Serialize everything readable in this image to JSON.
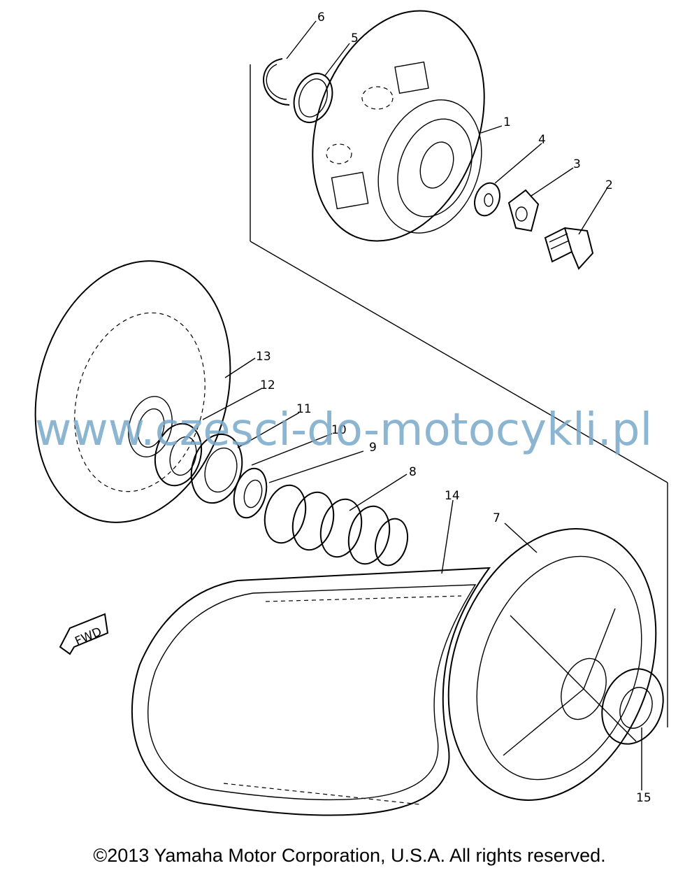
{
  "diagram": {
    "callouts": [
      "1",
      "2",
      "3",
      "4",
      "5",
      "6",
      "7",
      "8",
      "9",
      "10",
      "11",
      "12",
      "13",
      "14",
      "15"
    ],
    "fwd_label": "FWD"
  },
  "watermark": "www.czesci-do-motocykli.pl",
  "copyright": "©2013 Yamaha Motor Corporation, U.S.A. All rights reserved.",
  "colors": {
    "line": "#000000",
    "watermark": "#79a9c9",
    "background": "#ffffff"
  }
}
